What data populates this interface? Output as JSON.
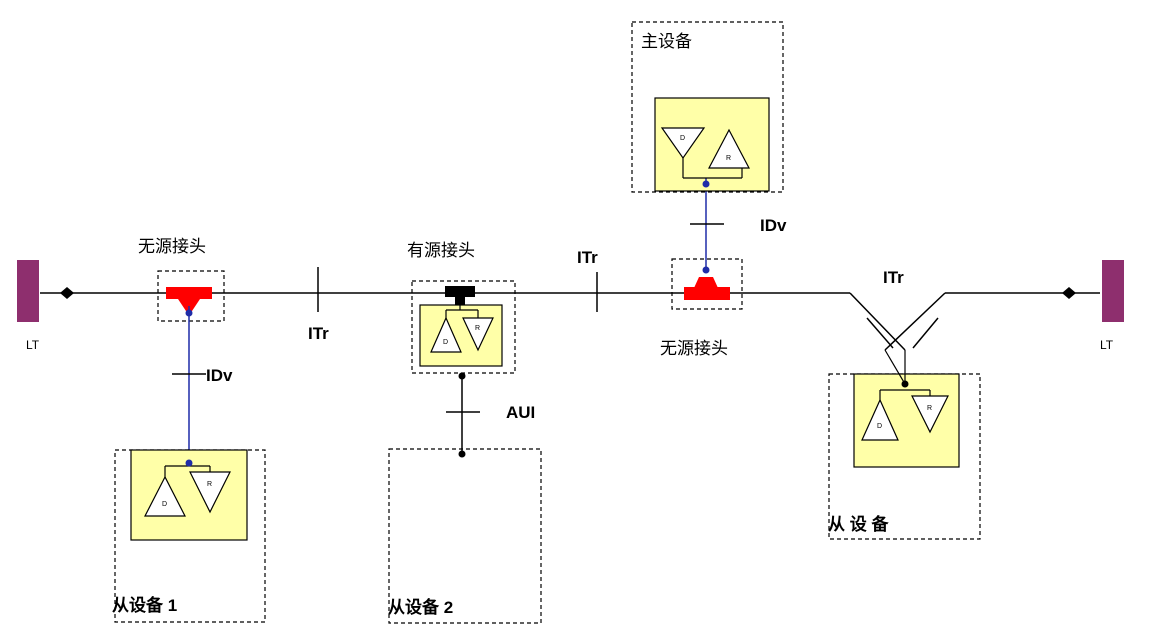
{
  "labels": {
    "lt_left": "LT",
    "lt_right": "LT",
    "passive_tap_1": "无源接头",
    "passive_tap_2": "无源接头",
    "active_tap": "有源接头",
    "master": "主设备",
    "slave_1": "从设备 1",
    "slave_2": "从设备 2",
    "slave_3": "从 设 备",
    "itr_1": "ITr",
    "itr_2": "ITr",
    "itr_3": "ITr",
    "idv_1": "IDv",
    "idv_2": "IDv",
    "aui": "AUI",
    "driver_letter": "D",
    "receiver_letter": "R"
  },
  "colors": {
    "line": "#000000",
    "drop_line": "#1f2ca8",
    "node_dot": "#1f2ca8",
    "terminator": "#8e2f6e",
    "passive_tap": "#ff0000",
    "active_tap": "#000000",
    "transceiver_fill": "#ffffa8",
    "transceiver_border": "#000000"
  }
}
